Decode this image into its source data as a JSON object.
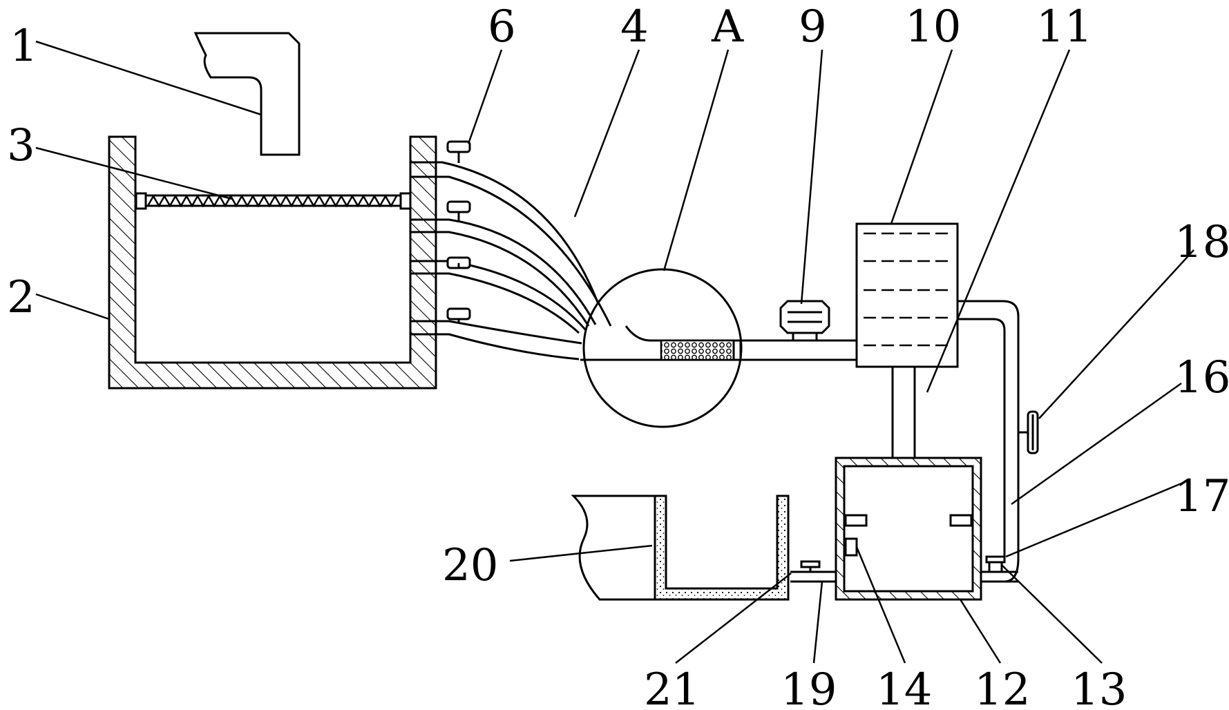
{
  "labels": {
    "l1": "1",
    "l2": "2",
    "l3": "3",
    "l4": "4",
    "l6": "6",
    "lA": "A",
    "l9": "9",
    "l10": "10",
    "l11": "11",
    "l12": "12",
    "l13": "13",
    "l14": "14",
    "l16": "16",
    "l17": "17",
    "l18": "18",
    "l19": "19",
    "l20": "20",
    "l21": "21"
  },
  "colors": {
    "line": "#000000",
    "background": "#ffffff"
  }
}
